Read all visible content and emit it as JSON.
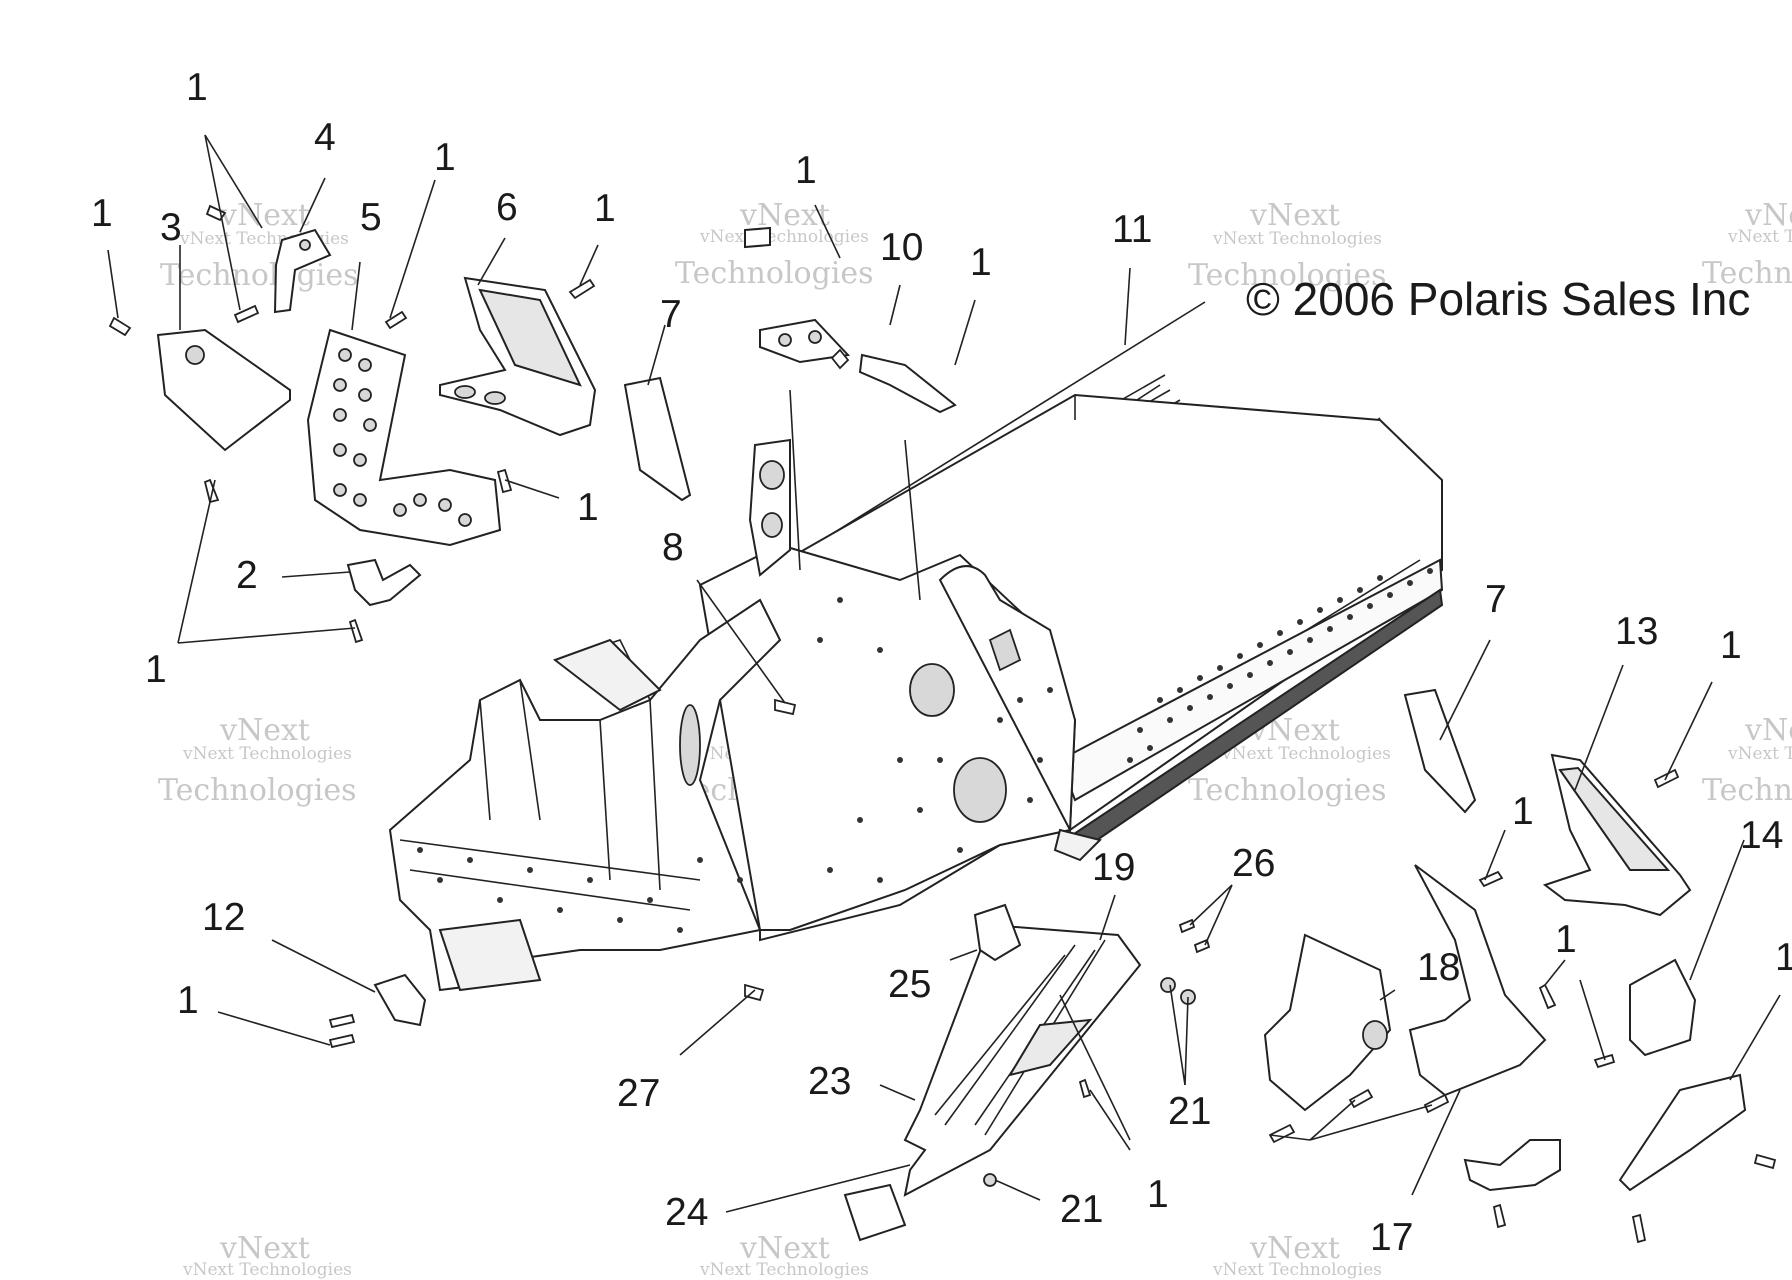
{
  "copyright": "© 2006 Polaris Sales Inc",
  "watermark": {
    "line1": "vNext Technologies",
    "line2": "vNext",
    "line3": "Technologies"
  },
  "callouts": [
    {
      "id": "c1",
      "text": "1"
    },
    {
      "id": "c2",
      "text": "1"
    },
    {
      "id": "c3",
      "text": "3"
    },
    {
      "id": "c4",
      "text": "4"
    },
    {
      "id": "c5",
      "text": "5"
    },
    {
      "id": "c6",
      "text": "1"
    },
    {
      "id": "c7",
      "text": "6"
    },
    {
      "id": "c8",
      "text": "1"
    },
    {
      "id": "c9",
      "text": "1"
    },
    {
      "id": "c10",
      "text": "10"
    },
    {
      "id": "c11",
      "text": "1"
    },
    {
      "id": "c12",
      "text": "11"
    },
    {
      "id": "c13",
      "text": "7"
    },
    {
      "id": "c14",
      "text": "1"
    },
    {
      "id": "c15",
      "text": "2"
    },
    {
      "id": "c16",
      "text": "1"
    },
    {
      "id": "c17",
      "text": "8"
    },
    {
      "id": "c18",
      "text": "7"
    },
    {
      "id": "c19",
      "text": "13"
    },
    {
      "id": "c20",
      "text": "1"
    },
    {
      "id": "c21",
      "text": "1"
    },
    {
      "id": "c22",
      "text": "14"
    },
    {
      "id": "c23",
      "text": "19"
    },
    {
      "id": "c24",
      "text": "26"
    },
    {
      "id": "c25",
      "text": "1"
    },
    {
      "id": "c26",
      "text": "12"
    },
    {
      "id": "c27",
      "text": "1"
    },
    {
      "id": "c28",
      "text": "25"
    },
    {
      "id": "c29",
      "text": "18"
    },
    {
      "id": "c30",
      "text": "1"
    },
    {
      "id": "c31",
      "text": "27"
    },
    {
      "id": "c32",
      "text": "23"
    },
    {
      "id": "c33",
      "text": "21"
    },
    {
      "id": "c34",
      "text": "24"
    },
    {
      "id": "c35",
      "text": "21"
    },
    {
      "id": "c36",
      "text": "1"
    },
    {
      "id": "c37",
      "text": "17"
    }
  ]
}
